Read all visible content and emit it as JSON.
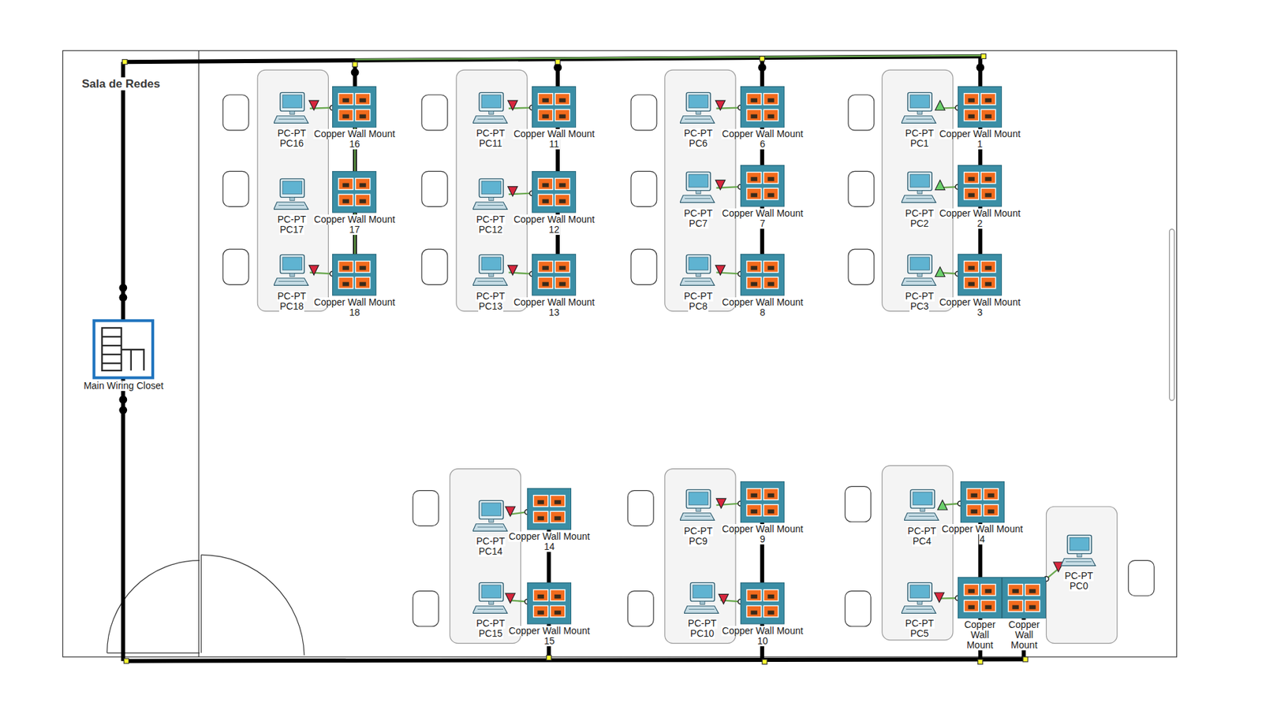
{
  "diagram": {
    "nodes": [
      {
        "text": [
          "Main Wiring Closet"
        ]
      },
      {
        "text": [
          "PC-PT",
          "PC16"
        ]
      },
      {
        "text": [
          "Copper Wall Mount",
          "16"
        ]
      },
      {
        "text": [
          "PC-PT",
          "PC17"
        ]
      },
      {
        "text": [
          "Copper Wall Mount",
          "17"
        ]
      },
      {
        "text": [
          "PC-PT",
          "PC18"
        ]
      },
      {
        "text": [
          "Copper Wall Mount",
          "18"
        ]
      },
      {
        "text": [
          "PC-PT",
          "PC11"
        ]
      },
      {
        "text": [
          "Copper Wall Mount",
          "11"
        ]
      },
      {
        "text": [
          "PC-PT",
          "PC12"
        ]
      },
      {
        "text": [
          "Copper Wall Mount",
          "12"
        ]
      },
      {
        "text": [
          "PC-PT",
          "PC13"
        ]
      },
      {
        "text": [
          "Copper Wall Mount",
          "13"
        ]
      },
      {
        "text": [
          "PC-PT",
          "PC6"
        ]
      },
      {
        "text": [
          "Copper Wall Mount",
          "6"
        ]
      },
      {
        "text": [
          "PC-PT",
          "PC7"
        ]
      },
      {
        "text": [
          "Copper Wall Mount",
          "7"
        ]
      },
      {
        "text": [
          "PC-PT",
          "PC8"
        ]
      },
      {
        "text": [
          "Copper Wall Mount",
          "8"
        ]
      },
      {
        "text": [
          "PC-PT",
          "PC1"
        ]
      },
      {
        "text": [
          "Copper Wall Mount",
          "1"
        ]
      },
      {
        "text": [
          "PC-PT",
          "PC2"
        ]
      },
      {
        "text": [
          "Copper Wall Mount",
          "2"
        ]
      },
      {
        "text": [
          "PC-PT",
          "PC3"
        ]
      },
      {
        "text": [
          "Copper Wall Mount",
          "3"
        ]
      },
      {
        "text": [
          "PC-PT",
          "PC14"
        ]
      },
      {
        "text": [
          "Copper Wall Mount",
          "14"
        ]
      },
      {
        "text": [
          "PC-PT",
          "PC15"
        ]
      },
      {
        "text": [
          "Copper Wall Mount",
          "15"
        ]
      },
      {
        "text": [
          "PC-PT",
          "PC9"
        ]
      },
      {
        "text": [
          "Copper Wall Mount",
          "9"
        ]
      },
      {
        "text": [
          "PC-PT",
          "PC10"
        ]
      },
      {
        "text": [
          "Copper Wall Mount",
          "10"
        ]
      },
      {
        "text": [
          "PC-PT",
          "PC4"
        ]
      },
      {
        "text": [
          "Copper Wall Mount",
          "4"
        ]
      },
      {
        "text": [
          "PC-PT",
          "PC5"
        ]
      },
      {
        "text": [
          "Copper Wall Mount"
        ]
      },
      {
        "text": [
          "Copper Wall Mount"
        ]
      },
      {
        "text": [
          "PC-PT",
          "PC0"
        ]
      }
    ],
    "edges": [
      {
        "from": 1,
        "to": 2,
        "arrow": "none"
      },
      {
        "from": 5,
        "to": 6,
        "arrow": "none"
      },
      {
        "from": 7,
        "to": 8,
        "arrow": "none"
      },
      {
        "from": 9,
        "to": 10,
        "arrow": "none"
      },
      {
        "from": 11,
        "to": 12,
        "arrow": "none"
      },
      {
        "from": 13,
        "to": 14,
        "arrow": "none"
      },
      {
        "from": 15,
        "to": 16,
        "arrow": "none"
      },
      {
        "from": 17,
        "to": 18,
        "arrow": "none"
      },
      {
        "from": 19,
        "to": 20,
        "arrow": "none"
      },
      {
        "from": 21,
        "to": 22,
        "arrow": "none"
      },
      {
        "from": 23,
        "to": 24,
        "arrow": "none"
      },
      {
        "from": 25,
        "to": 26,
        "arrow": "none"
      },
      {
        "from": 27,
        "to": 28,
        "arrow": "none"
      },
      {
        "from": 29,
        "to": 30,
        "arrow": "none"
      },
      {
        "from": 31,
        "to": 32,
        "arrow": "none"
      },
      {
        "from": 33,
        "to": 34,
        "arrow": "none"
      },
      {
        "from": 35,
        "to": 36,
        "arrow": "none"
      },
      {
        "from": 38,
        "to": 37,
        "arrow": "none"
      }
    ],
    "labels": [
      "Sala de Redes"
    ]
  }
}
